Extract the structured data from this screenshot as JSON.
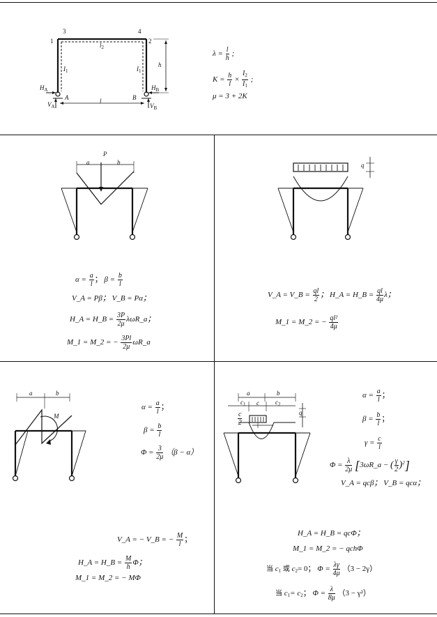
{
  "header": {
    "nodes": [
      "1",
      "2",
      "3",
      "4"
    ],
    "labels": {
      "l2": "l",
      "l2sub": "2",
      "i1": "I",
      "i1sub": "1",
      "i1r": "I",
      "i1rsub": "1",
      "h": "h",
      "ha": "H",
      "hasub": "A",
      "hb": "H",
      "hbsub": "B",
      "va": "V",
      "vasub": "A",
      "vb": "V",
      "vbsub": "B",
      "a": "A",
      "b": "B",
      "l": "l"
    },
    "formulas": {
      "lambda": {
        "lhs": "λ =",
        "num": "l",
        "den": "h",
        "tail": ";"
      },
      "k": {
        "lhs": "K =",
        "num1": "h",
        "den1": "l",
        "times": "×",
        "num2": "I",
        "num2sub": "2",
        "den2": "I",
        "den2sub": "1",
        "tail": ";"
      },
      "mu": "μ = 3 + 2K"
    }
  },
  "cell1": {
    "labels": {
      "a": "a",
      "b": "b",
      "p": "P"
    },
    "f1": {
      "alpha": "α =",
      "an": "a",
      "ad": "l",
      "sep": "；",
      "beta": "β =",
      "bn": "b",
      "bd": "l"
    },
    "f2": "V_A = Pβ；  V_B = Pα；",
    "f3": {
      "lhs": "H_A = H_B =",
      "num": "3P",
      "den": "2μ",
      "tail": "λωR_a；"
    },
    "f4": {
      "lhs": "M_1 = M_2 = −",
      "num": "3Pl",
      "den": "2μ",
      "tail": "ωR_a"
    }
  },
  "cell2": {
    "labels": {
      "q": "q"
    },
    "f1": {
      "lhs": "V_A = V_B =",
      "num": "ql",
      "den": "2",
      "mid": "；  H_A = H_B =",
      "num2": "ql",
      "den2": "4μ",
      "tail": "λ；"
    },
    "f2": {
      "lhs": "M_1 = M_2 = −",
      "num": "ql²",
      "den": "4μ"
    }
  },
  "cell3": {
    "labels": {
      "a": "a",
      "b": "b",
      "m": "M"
    },
    "f1": {
      "lhs": "α =",
      "num": "a",
      "den": "l",
      "tail": "；"
    },
    "f2": {
      "lhs": "β =",
      "num": "b",
      "den": "l"
    },
    "f3": {
      "lhs": "Φ =",
      "num": "3",
      "den": "2μ",
      "tail": "（β − α）"
    },
    "f4": {
      "lhs": "V_A = − V_B = −",
      "num": "M",
      "den": "l",
      "tail": "；"
    },
    "f5": {
      "lhs": "H_A = H_B =",
      "num": "M",
      "den": "h",
      "tail": "Φ；"
    },
    "f6": "M_1 = M_2 = − MΦ"
  },
  "cell4": {
    "labels": {
      "a": "a",
      "b": "b",
      "c1": "c",
      "c": "c",
      "c2": "c",
      "q": "q",
      "c2frac_n": "c",
      "c2frac_d": "2"
    },
    "f1": {
      "lhs": "α =",
      "num": "a",
      "den": "l",
      "tail": "；"
    },
    "f2": {
      "lhs": "β =",
      "num": "b",
      "den": "l",
      "tail": "；"
    },
    "f3": {
      "lhs": "γ =",
      "num": "c",
      "den": "l"
    },
    "f4": {
      "lhs": "Φ =",
      "num": "λ",
      "den": "2μ",
      "mid": "3ωR_a −",
      "num2": "γ",
      "den2": "2"
    },
    "f5": "V_A = qcβ；  V_B = qcα；",
    "f6": "H_A = H_B = qcΦ；",
    "f7": "M_1 = M_2 = − qchΦ",
    "f8": {
      "pre": "当",
      "c1": "c",
      "or": "或",
      "c2": "c",
      "eq": "= 0；",
      "phi": "Φ =",
      "num": "λγ",
      "den": "4μ",
      "tail": "（3 − 2γ）"
    },
    "f9": {
      "pre": "当",
      "c1": "c",
      "eq": "= c",
      "semi": "；",
      "phi": "Φ =",
      "num": "λ",
      "den": "8μ",
      "tail": "（3 − γ²）"
    }
  }
}
